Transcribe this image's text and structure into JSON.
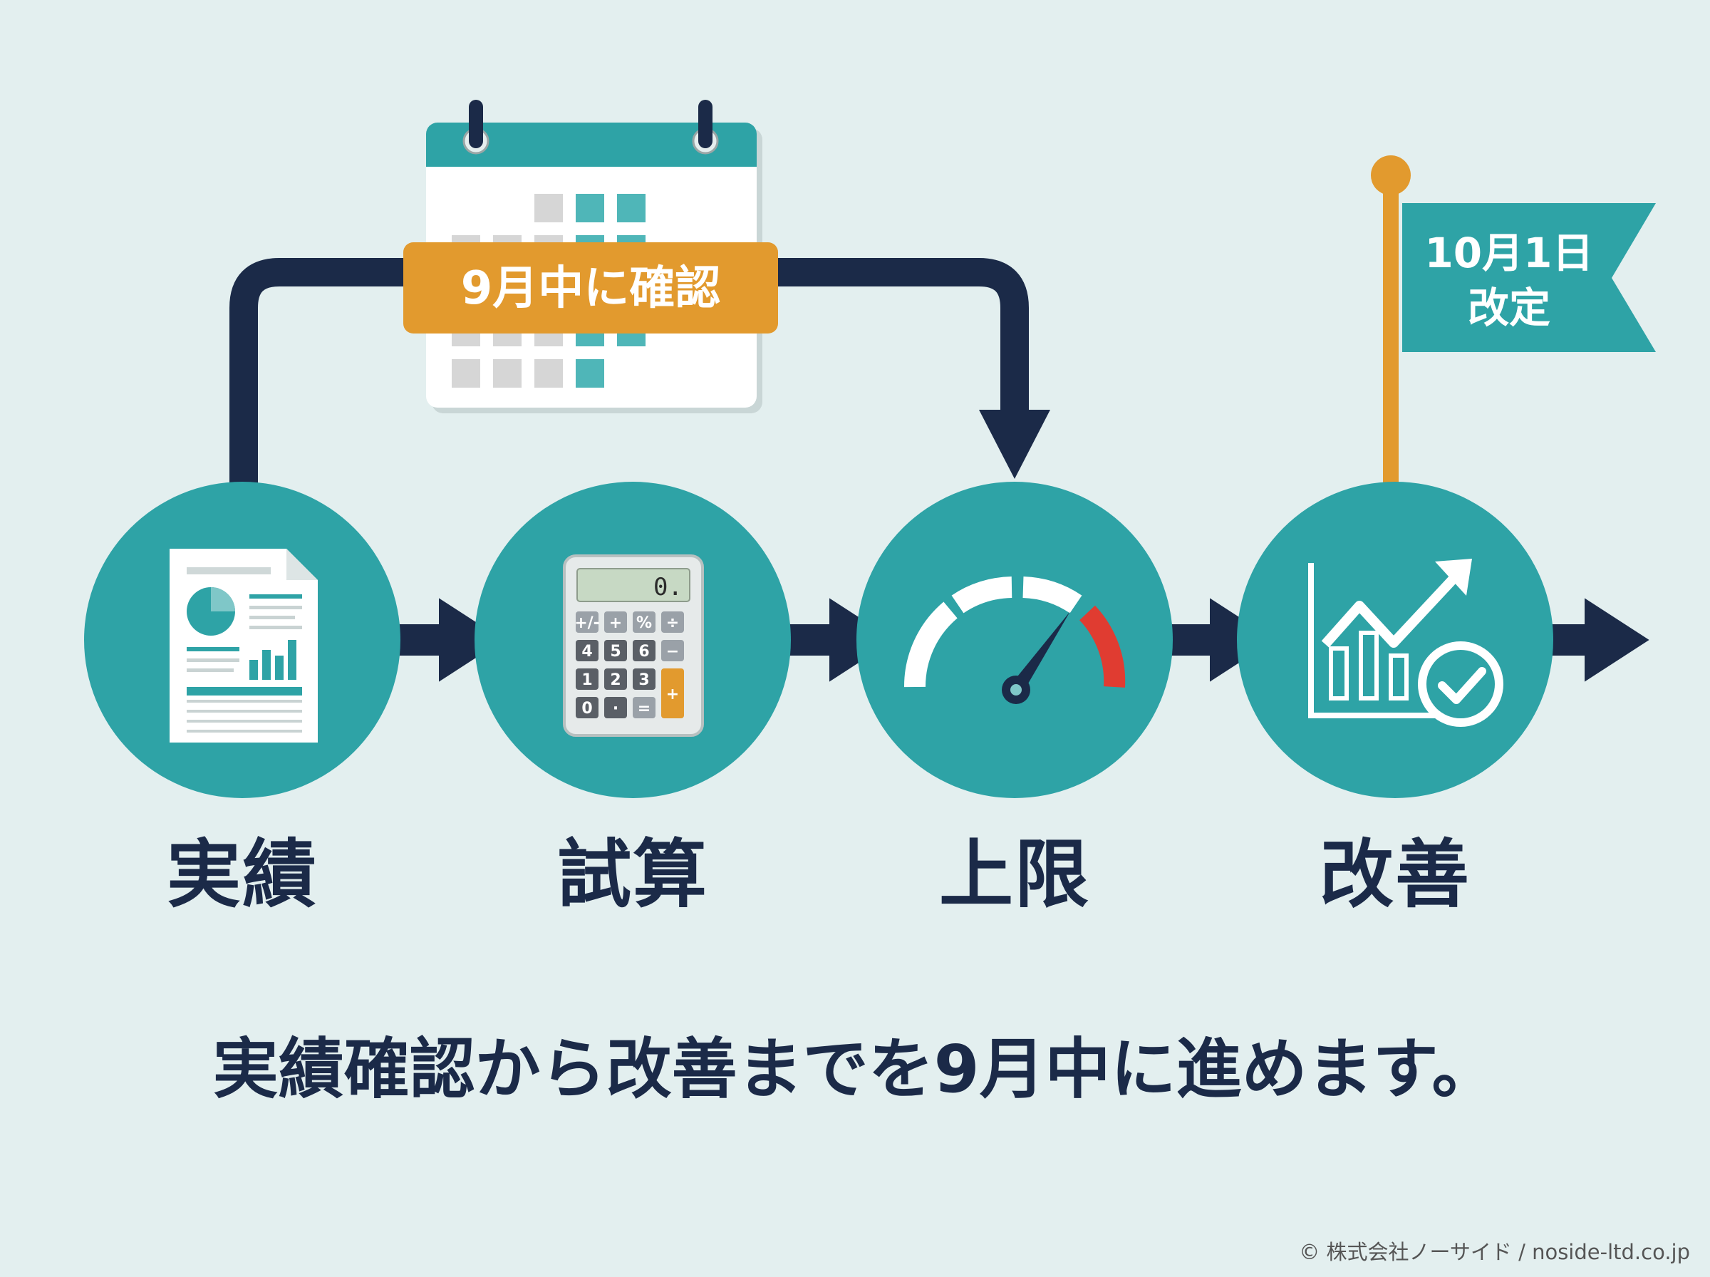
{
  "colors": {
    "background": "#e3efef",
    "teal": "#2ea3a6",
    "navy": "#1b2a48",
    "orange": "#e29a2e",
    "red": "#e03c31",
    "white": "#ffffff"
  },
  "check_label": "9月中に確認",
  "flag_label": {
    "line1": "10月1日",
    "line2": "改定"
  },
  "steps": [
    {
      "label": "実績",
      "icon": "report-icon"
    },
    {
      "label": "試算",
      "icon": "calculator-icon"
    },
    {
      "label": "上限",
      "icon": "gauge-icon"
    },
    {
      "label": "改善",
      "icon": "growth-chart-icon"
    }
  ],
  "calculator": {
    "display": "0.",
    "keys": [
      "+/-",
      "+",
      "%",
      "÷",
      "4",
      "5",
      "6",
      "−",
      "1",
      "2",
      "3",
      "+",
      "0",
      "·",
      "="
    ]
  },
  "caption": "実績確認から改善までを9月中に進めます。",
  "copyright": "© 株式会社ノーサイド / noside-ltd.co.jp"
}
